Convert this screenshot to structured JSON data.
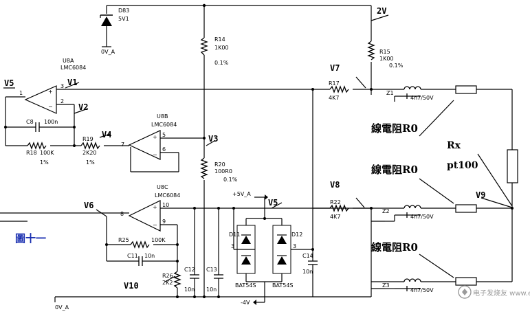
{
  "figure_label": "圖十一",
  "nodes": {
    "v5_left": "V5",
    "v1": "V1",
    "v2": "V2",
    "v4": "V4",
    "v3": "V3",
    "v6": "V6",
    "v10": "V10",
    "v5_mid": "V5",
    "v7": "V7",
    "v8": "V8",
    "v9": "V9",
    "two_v": "2V"
  },
  "opamps": {
    "u8a": {
      "ref": "U8A",
      "part": "LMC6084",
      "pin_in_a": "1",
      "pin_in_b": "3",
      "pin_out": "2"
    },
    "u8b": {
      "ref": "U8B",
      "part": "LMC6084",
      "pin_in": "7",
      "pin_a": "5",
      "pin_b": "6"
    },
    "u8c": {
      "ref": "U8C",
      "part": "LMC6084",
      "pin_in": "8",
      "pin_a": "10",
      "pin_b": "9"
    }
  },
  "components": {
    "d83": {
      "ref": "D83",
      "value": "5V1"
    },
    "r14": {
      "ref": "R14",
      "value": "1K00",
      "tol": "0.1%"
    },
    "r15": {
      "ref": "R15",
      "value": "1K00",
      "tol": "0.1%"
    },
    "r17": {
      "ref": "R17",
      "value": "4K7"
    },
    "r18": {
      "ref": "R18",
      "value": "100K",
      "tol": "1%"
    },
    "r19": {
      "ref": "R19",
      "value": "2K20",
      "tol": "1%"
    },
    "r20": {
      "ref": "R20",
      "value": "100R0",
      "tol": "0.1%"
    },
    "r22": {
      "ref": "R22",
      "value": "4K7"
    },
    "r25": {
      "ref": "R25",
      "value": "100K"
    },
    "r26": {
      "ref": "R26",
      "value": "2K2"
    },
    "c8": {
      "ref": "C8",
      "value": "100n"
    },
    "c11": {
      "ref": "C11",
      "value": "10n"
    },
    "c12": {
      "ref": "C12",
      "value": "10n"
    },
    "c13": {
      "ref": "C13",
      "value": "10n"
    },
    "c14": {
      "ref": "C14",
      "value": "10n"
    },
    "d11": {
      "ref": "D11",
      "part": "BAT54S",
      "pin": "3"
    },
    "d12": {
      "ref": "D12",
      "part": "BAT54S",
      "pin": "3"
    },
    "z1": {
      "ref": "Z1",
      "value": "4n7/50V"
    },
    "z2": {
      "ref": "Z2",
      "value": "4n7/50V"
    },
    "z3": {
      "ref": "Z3",
      "value": "4n7/50V"
    }
  },
  "supplies": {
    "gnd_top": "0V_A",
    "gnd_bottom": "0V_A",
    "plus5": "+5V_A",
    "minus4": "-4V"
  },
  "annotations": {
    "wire_res_1": "線電阻R0",
    "wire_res_2": "線電阻R0",
    "wire_res_3": "線電阻R0",
    "rx": "Rx",
    "pt100": "pt100"
  },
  "watermark": "电子发烧友 www.elecfans.com"
}
